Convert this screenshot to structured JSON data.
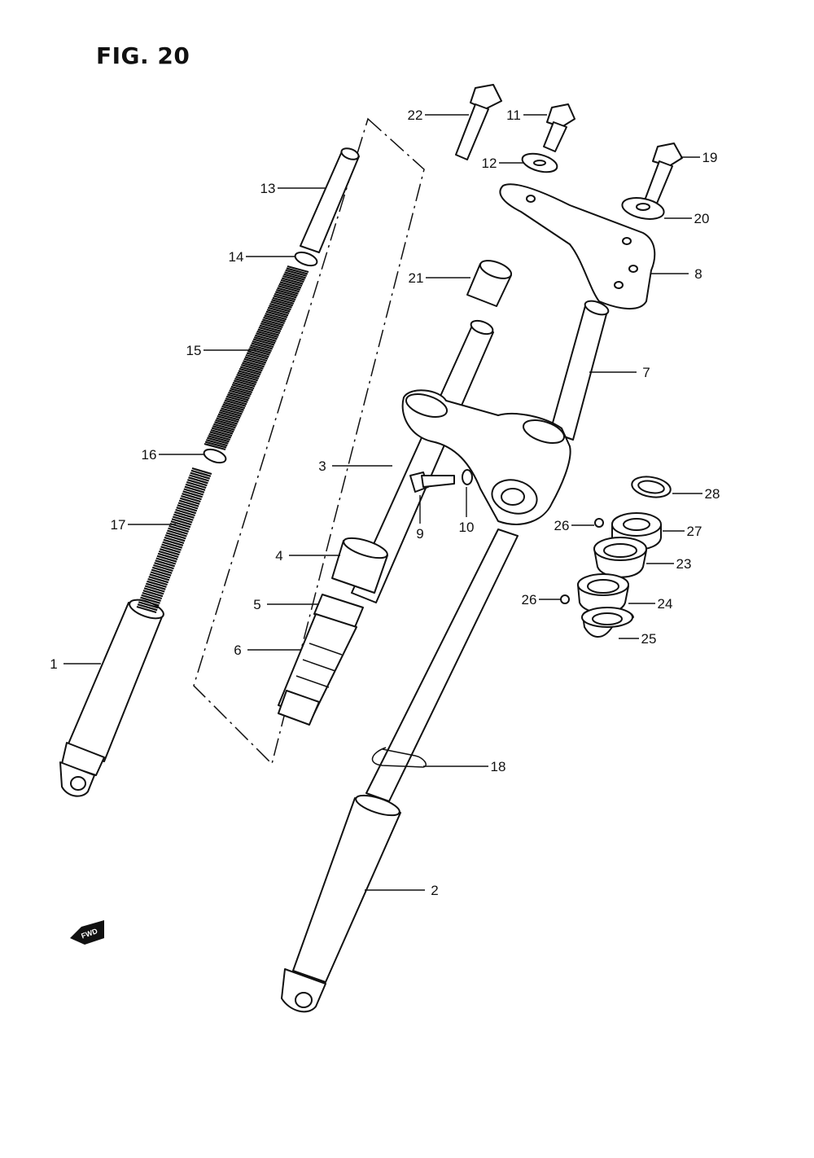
{
  "figure": {
    "title": "FIG. 20"
  },
  "fwd_badge": "FWD",
  "callouts": [
    {
      "num": "1"
    },
    {
      "num": "2"
    },
    {
      "num": "3"
    },
    {
      "num": "4"
    },
    {
      "num": "5"
    },
    {
      "num": "6"
    },
    {
      "num": "7"
    },
    {
      "num": "8"
    },
    {
      "num": "9"
    },
    {
      "num": "10"
    },
    {
      "num": "11"
    },
    {
      "num": "12"
    },
    {
      "num": "13"
    },
    {
      "num": "14"
    },
    {
      "num": "15"
    },
    {
      "num": "16"
    },
    {
      "num": "17"
    },
    {
      "num": "18"
    },
    {
      "num": "19"
    },
    {
      "num": "20"
    },
    {
      "num": "21"
    },
    {
      "num": "22"
    },
    {
      "num": "23"
    },
    {
      "num": "24"
    },
    {
      "num": "25"
    },
    {
      "num": "26"
    },
    {
      "num": "26"
    },
    {
      "num": "27"
    },
    {
      "num": "28"
    }
  ]
}
